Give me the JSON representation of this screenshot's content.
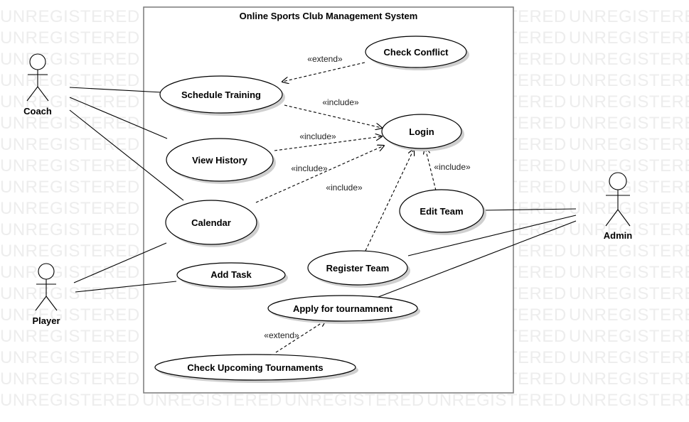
{
  "watermark": "UNREGISTERED",
  "system": {
    "title": "Online Sports Club Management System"
  },
  "actors": {
    "coach": "Coach",
    "player": "Player",
    "admin": "Admin"
  },
  "use_cases": {
    "check_conflict": "Check Conflict",
    "schedule_training": "Schedule Training",
    "login": "Login",
    "view_history": "View History",
    "calendar": "Calendar",
    "edit_team": "Edit Team",
    "add_task": "Add Task",
    "register_team": "Register Team",
    "apply_tournament": "Apply for tournamnent",
    "check_upcoming": "Check Upcoming Tournaments"
  },
  "relations": {
    "extend_conflict": "«extend»",
    "include_schedule": "«include»",
    "include_history": "«include»",
    "include_calendar": "«include»",
    "include_register": "«include»",
    "include_edit": "«include»",
    "extend_upcoming": "«extend»"
  }
}
